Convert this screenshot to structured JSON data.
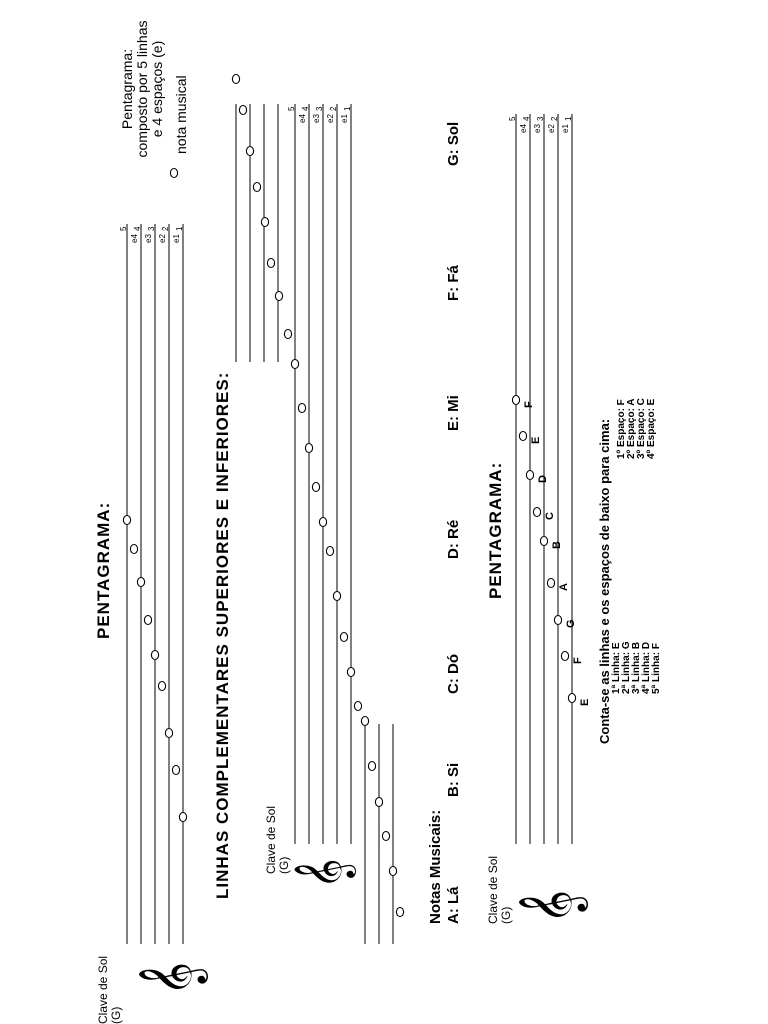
{
  "title": "PENTAGRAMA:",
  "clef_label": "Clave de Sol (G)",
  "line_numbers": [
    "5",
    "4",
    "3",
    "2",
    "1"
  ],
  "space_labels": [
    "e4",
    "e3",
    "e2",
    "e1"
  ],
  "legend": {
    "heading": "Pentagrama:",
    "line1": "composto por 5 linhas",
    "line2": "e 4 espaços (e)",
    "note_label": "nota musical"
  },
  "complementary_title": "LINHAS COMPLEMENTARES SUPERIORES E INFERIORES:",
  "notes_heading": "Notas Musicais:",
  "notes": [
    "A: Lá",
    "B: Si",
    "C: Dó",
    "D: Ré",
    "E: Mi",
    "F: Fá",
    "G: Sol"
  ],
  "pentagrama2_title": "PENTAGRAMA:",
  "note_letters": [
    "E",
    "F",
    "G",
    "A",
    "B",
    "C",
    "D",
    "E",
    "F"
  ],
  "count_title": "Conta-se as linhas e os espaços de baixo para cima:",
  "lines_list": [
    "1ª Linha: E",
    "2ª Linha: G",
    "3ª Linha: B",
    "4ª Linha: D",
    "5ª Linha: F"
  ],
  "spaces_list": [
    "1º Espaço: F",
    "2º Espaço: A",
    "3º Espaço: C",
    "4º Espaço: E"
  ]
}
